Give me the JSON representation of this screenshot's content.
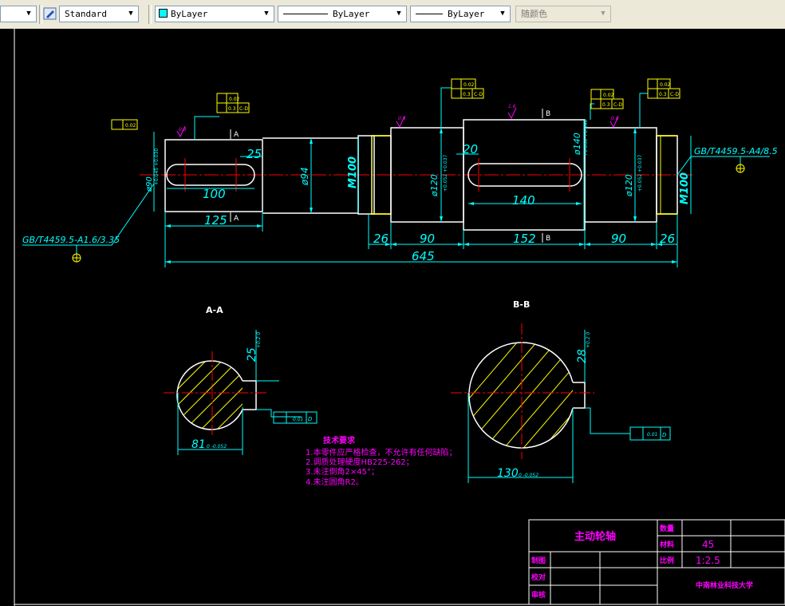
{
  "toolbar": {
    "textstyle_value": "Standard",
    "color_value": "ByLayer",
    "linetype_value": "ByLayer",
    "lineweight_value": "ByLayer",
    "plotstyle_value": "随颜色"
  },
  "drawing": {
    "dims": {
      "d25": "25",
      "d100": "100",
      "d125": "125",
      "d20": "20",
      "d140": "140",
      "d26a": "26",
      "d90a": "90",
      "d152": "152",
      "d90b": "90",
      "d26b": "26",
      "d645": "645",
      "phi94": "ø94",
      "phi120a": "ø120",
      "phi120b": "ø120",
      "m100a": "M100",
      "m100b": "M100",
      "phi140": "ø140",
      "phi90": "ø90",
      "gb_left": "GB/T4459.5-A1.6/3.35",
      "gb_right": "GB/T4459.5-A4/8.5",
      "tol_002": "0.02",
      "tol_03": "0.3",
      "tol_cd": "C-D",
      "tol_001": "0.01",
      "d_label": "D",
      "rough16": "1.6",
      "rough08": "0.8",
      "sec_a_mark": "A",
      "sec_b_mark": "B"
    },
    "sections": {
      "a_title": "A-A",
      "b_title": "B-B",
      "a_width": "81",
      "a_width_tol": "0 -0.052",
      "a_depth": "25",
      "a_depth_tol": "+0.2 0",
      "b_width": "130",
      "b_width_tol": "0 -0.052",
      "b_depth": "28",
      "b_depth_tol": "+0.2 0"
    },
    "notes": {
      "title": "技术要求",
      "line1": "1.本零件应严格检查，不允许有任何缺陷；",
      "line2": "2.调质处理硬度HB225-262；",
      "line3": "3.未注倒角2×45°；",
      "line4": "4.未注圆角R2。"
    },
    "title_block": {
      "part_name": "主动轮轴",
      "quantity_label": "数量",
      "material_label": "材料",
      "material_value": "45",
      "scale_label": "比例",
      "scale_value": "1:2.5",
      "drawn_label": "制图",
      "checked_label": "校对",
      "approved_label": "审核",
      "school": "中南林业科技大学"
    }
  },
  "colors": {
    "background": "#000000",
    "outline": "#ffffff",
    "dimension": "#00ffff",
    "centerline": "#ff0000",
    "hatch": "#ffff00",
    "notes": "#ff00ff"
  }
}
